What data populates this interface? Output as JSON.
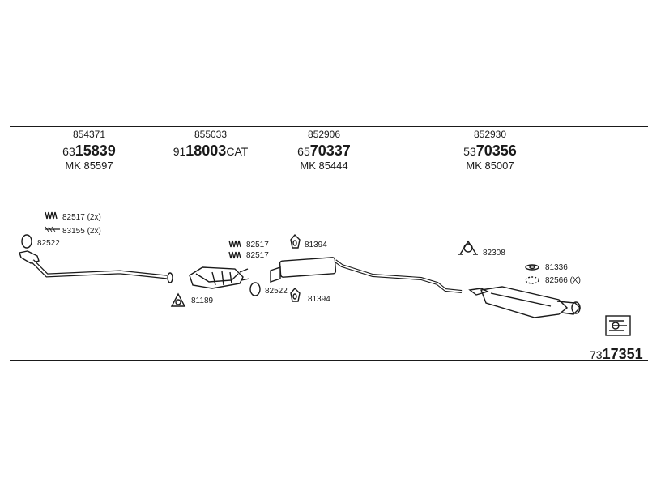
{
  "columns": [
    {
      "ref": "854371",
      "code_prefix": "63",
      "code_main": "15839",
      "code_suffix": "",
      "mk": "MK 85597"
    },
    {
      "ref": "855033",
      "code_prefix": "91",
      "code_main": "18003",
      "code_suffix": "CAT",
      "mk": ""
    },
    {
      "ref": "852906",
      "code_prefix": "65",
      "code_main": "70337",
      "code_suffix": "",
      "mk": "MK 85444"
    },
    {
      "ref": "852930",
      "code_prefix": "53",
      "code_main": "70356",
      "code_suffix": "",
      "mk": "MK 85007"
    }
  ],
  "parts": {
    "spring_a": "82517 (2x)",
    "bolt_a": "83155 (2x)",
    "ring_a": "82522",
    "gasket_a": "81189",
    "spring_b": "82517",
    "spring_c": "82517",
    "ring_b": "82522",
    "hanger_a": "81394",
    "hanger_b": "81394",
    "clamp": "82308",
    "gasket_b": "81336",
    "ring_c": "82566 (X)"
  },
  "total": {
    "prefix": "73",
    "main": "17351"
  }
}
